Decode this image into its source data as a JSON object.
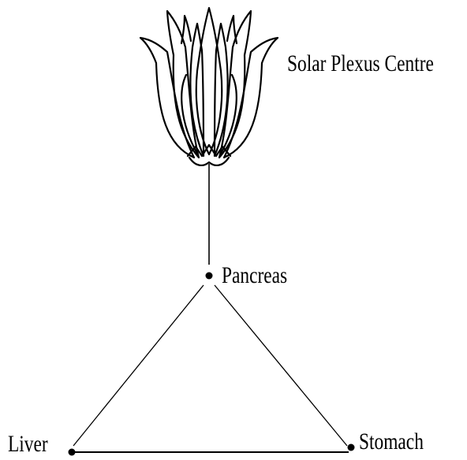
{
  "labels": {
    "center": "Solar Plexus Centre",
    "top_node": "Pancreas",
    "left_node": "Liver",
    "right_node": "Stomach"
  },
  "icons": {
    "flower": "lotus-flower-icon"
  },
  "colors": {
    "ink": "#000000",
    "background": "#ffffff"
  }
}
